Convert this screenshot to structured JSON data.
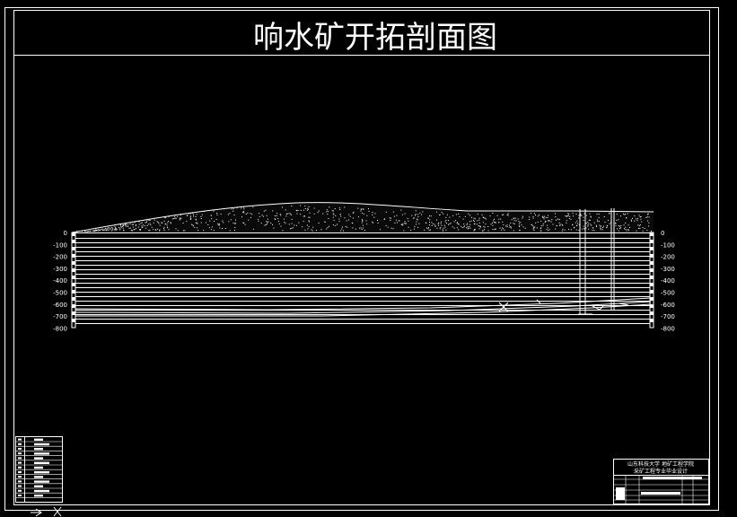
{
  "drawing": {
    "title": "响水矿开拓剖面图",
    "depth_ticks": [
      "0",
      "-100",
      "-200",
      "-300",
      "-400",
      "-500",
      "-600",
      "-700",
      "-800"
    ]
  },
  "title_block": {
    "line1": "山东科技大学 地矿工程学院",
    "line2": "采矿工程专业毕业设计"
  }
}
